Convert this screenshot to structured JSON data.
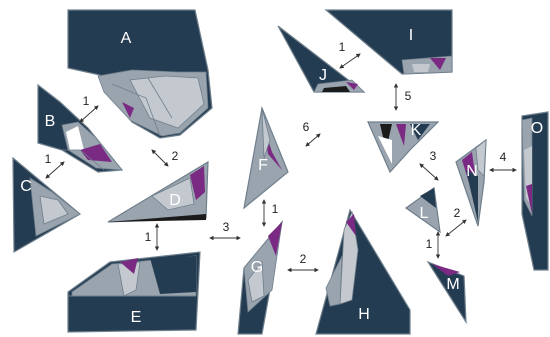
{
  "colors": {
    "navy": "#243c52",
    "grey": "#9aa4ae",
    "lightgrey": "#c3c9cf",
    "purple": "#7a2a82",
    "black": "#1b1b1b",
    "white": "#ffffff",
    "arrow": "#333333"
  },
  "fragments": [
    {
      "id": "A",
      "label": "A"
    },
    {
      "id": "B",
      "label": "B"
    },
    {
      "id": "C",
      "label": "C"
    },
    {
      "id": "D",
      "label": "D"
    },
    {
      "id": "E",
      "label": "E"
    },
    {
      "id": "F",
      "label": "F"
    },
    {
      "id": "G",
      "label": "G"
    },
    {
      "id": "H",
      "label": "H"
    },
    {
      "id": "I",
      "label": "I"
    },
    {
      "id": "J",
      "label": "J"
    },
    {
      "id": "K",
      "label": "K"
    },
    {
      "id": "L",
      "label": "L"
    },
    {
      "id": "M",
      "label": "M"
    },
    {
      "id": "N",
      "label": "N"
    },
    {
      "id": "O",
      "label": "O"
    }
  ],
  "arrows": [
    {
      "id": "a-b",
      "label": "1"
    },
    {
      "id": "b-d",
      "label": "2"
    },
    {
      "id": "c-b",
      "label": "1"
    },
    {
      "id": "d-e",
      "label": "1"
    },
    {
      "id": "e-g",
      "label": "3"
    },
    {
      "id": "f-g",
      "label": "1"
    },
    {
      "id": "g-h",
      "label": "2"
    },
    {
      "id": "j-i",
      "label": "1"
    },
    {
      "id": "i-k",
      "label": "5"
    },
    {
      "id": "f-k",
      "label": "6"
    },
    {
      "id": "k-n",
      "label": "3"
    },
    {
      "id": "n-o",
      "label": "4"
    },
    {
      "id": "l-n",
      "label": "2"
    },
    {
      "id": "l-m",
      "label": "1"
    }
  ]
}
